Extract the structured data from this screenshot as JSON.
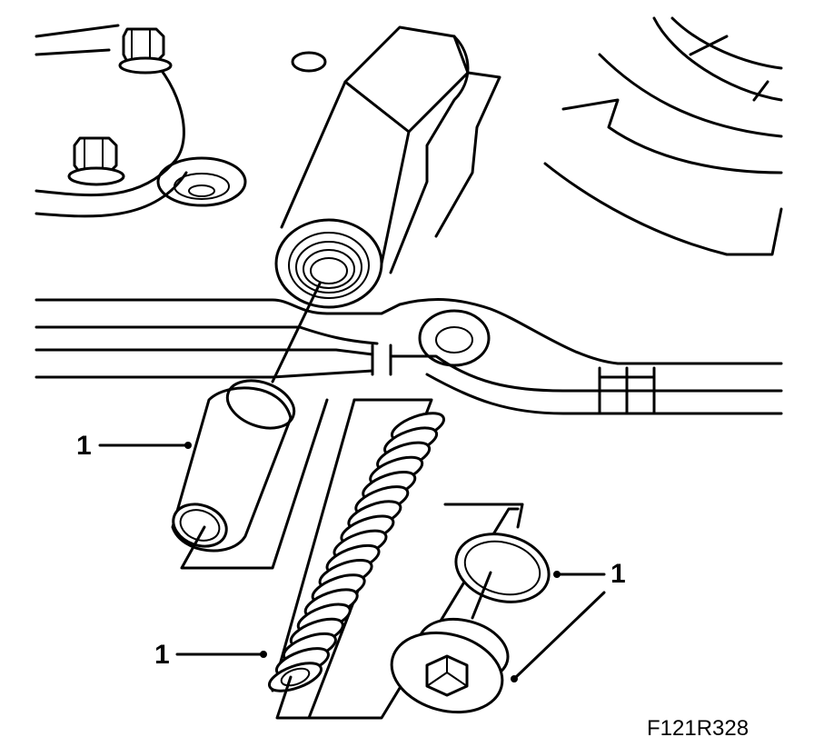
{
  "callouts": [
    {
      "id": "sleeve",
      "label": "1"
    },
    {
      "id": "spring",
      "label": "1"
    },
    {
      "id": "seal-ring",
      "label": "1"
    },
    {
      "id": "plug",
      "label": "1"
    }
  ],
  "figure_code": "F121R328"
}
